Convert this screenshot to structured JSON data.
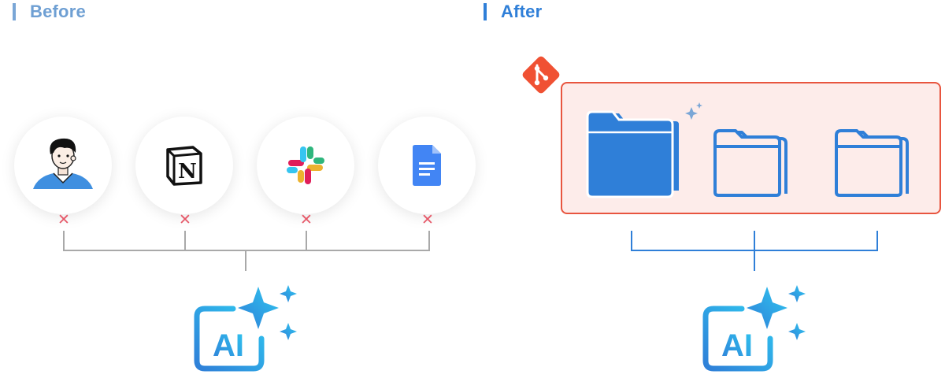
{
  "labels": {
    "before": "Before",
    "after": "After"
  },
  "before": {
    "tools": [
      {
        "name": "person-avatar",
        "icon": "person-avatar-icon"
      },
      {
        "name": "notion",
        "icon": "notion-icon",
        "glyph": "N"
      },
      {
        "name": "slack",
        "icon": "slack-icon"
      },
      {
        "name": "google-docs",
        "icon": "google-docs-icon"
      }
    ],
    "disconnected_mark": "✕"
  },
  "after": {
    "repo_icon": "git-icon",
    "folders": [
      "folder-filled-icon",
      "folder-outline-icon",
      "folder-outline-icon"
    ]
  },
  "ai_badge": {
    "text": "AI",
    "icon": "ai-sparkle-icon"
  },
  "colors": {
    "before_label": "#6e9fd3",
    "after_label": "#2f7fd8",
    "before_connector": "#a9a9a9",
    "after_connector": "#2f7fd8",
    "x_mark": "#e65a6a",
    "repo_box_fill": "#fdecea",
    "repo_box_border": "#e8553f",
    "git_orange": "#f05133",
    "folder_blue": "#2f7fd8"
  }
}
